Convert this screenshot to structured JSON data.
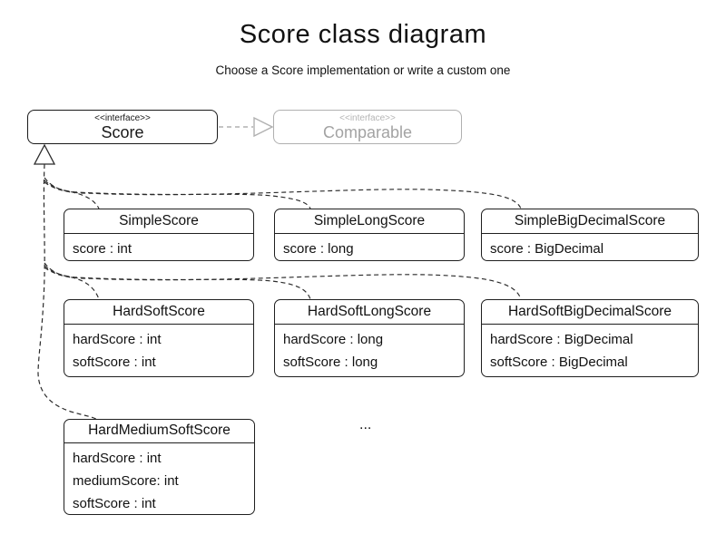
{
  "header": {
    "title": "Score class diagram",
    "subtitle": "Choose a Score implementation or write a custom one"
  },
  "interfaces": {
    "score": {
      "stereotype": "<<interface>>",
      "name": "Score"
    },
    "comparable": {
      "stereotype": "<<interface>>",
      "name": "Comparable"
    }
  },
  "classes": [
    {
      "name": "SimpleScore",
      "attributes": [
        "score : int"
      ]
    },
    {
      "name": "SimpleLongScore",
      "attributes": [
        "score : long"
      ]
    },
    {
      "name": "SimpleBigDecimalScore",
      "attributes": [
        "score : BigDecimal"
      ]
    },
    {
      "name": "HardSoftScore",
      "attributes": [
        "hardScore : int",
        "softScore : int"
      ]
    },
    {
      "name": "HardSoftLongScore",
      "attributes": [
        "hardScore : long",
        "softScore : long"
      ]
    },
    {
      "name": "HardSoftBigDecimalScore",
      "attributes": [
        "hardScore : BigDecimal",
        "softScore : BigDecimal"
      ]
    },
    {
      "name": "HardMediumSoftScore",
      "attributes": [
        "hardScore : int",
        "mediumScore: int",
        "softScore : int"
      ]
    }
  ],
  "ellipsis": "...",
  "relations": {
    "realization": "Score ..|> Comparable",
    "inheritance": "implementations ..|> Score"
  },
  "colors": {
    "primary": "#1a1a1a",
    "muted_border": "#b0b0b0",
    "muted_text": "#a3a3a3",
    "background": "#ffffff"
  }
}
